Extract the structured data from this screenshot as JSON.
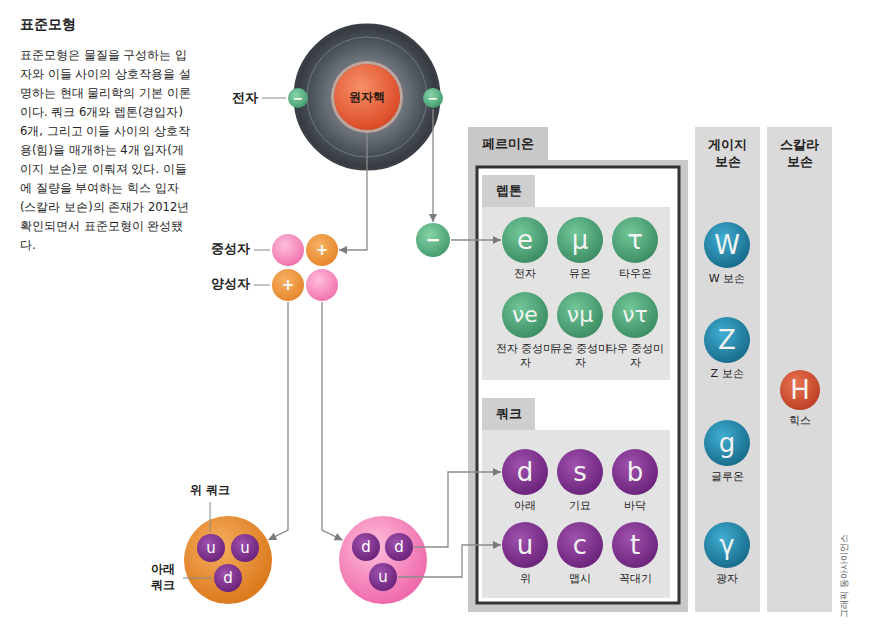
{
  "diagram": {
    "title": "표준모형",
    "caption": "표준모형은 물질을 구성하는 입자와 이들 사이의 상호작용을 설명하는 현대 물리학의 기본 이론이다. 쿼크 6개와 렙톤(경입자) 6개, 그리고 이들 사이의 상호작용(힘)을 매개하는 4개 입자(게이지 보손)로 이뤄져 있다. 이들에 질량을 부여하는 힉스 입자(스칼라 보손)의 존재가 2012년 확인되면서 표준모형이 완성됐다.",
    "nodes": [
      {
        "text": []
      },
      {
        "text": [
          "원자핵"
        ],
        "in": 0
      },
      {
        "text": [
          "−"
        ],
        "in": 0
      },
      {
        "text": [
          "−"
        ],
        "in": 0
      },
      {
        "text": [
          "−"
        ]
      },
      {
        "text": []
      },
      {
        "text": [
          "+"
        ]
      },
      {
        "text": [
          "+"
        ]
      },
      {
        "text": []
      },
      {
        "text": []
      },
      {
        "text": [
          "u"
        ],
        "in": 9
      },
      {
        "text": [
          "u"
        ],
        "in": 9
      },
      {
        "text": [
          "d"
        ],
        "in": 9
      },
      {
        "text": []
      },
      {
        "text": [
          "d"
        ],
        "in": 13
      },
      {
        "text": [
          "d"
        ],
        "in": 13
      },
      {
        "text": [
          "u"
        ],
        "in": 13
      },
      {
        "text": [
          "페르미온"
        ]
      },
      {
        "text": [
          "렙톤"
        ],
        "in": 17
      },
      {
        "text": [
          "e",
          "전자"
        ],
        "in": 18
      },
      {
        "text": [
          "μ",
          "뮤온"
        ],
        "in": 18
      },
      {
        "text": [
          "τ",
          "타우온"
        ],
        "in": 18
      },
      {
        "text": [
          "νe",
          "전자 중성미자"
        ],
        "in": 18
      },
      {
        "text": [
          "νμ",
          "뮤온 중성미자"
        ],
        "in": 18
      },
      {
        "text": [
          "ντ",
          "타우 중성미자"
        ],
        "in": 18
      },
      {
        "text": [
          "쿼크"
        ],
        "in": 17
      },
      {
        "text": [
          "d",
          "아래"
        ],
        "in": 25
      },
      {
        "text": [
          "s",
          "기묘"
        ],
        "in": 25
      },
      {
        "text": [
          "b",
          "바닥"
        ],
        "in": 25
      },
      {
        "text": [
          "u",
          "위"
        ],
        "in": 25
      },
      {
        "text": [
          "c",
          "맵시"
        ],
        "in": 25
      },
      {
        "text": [
          "t",
          "꼭대기"
        ],
        "in": 25
      },
      {
        "text": [
          "게이지 보손"
        ]
      },
      {
        "text": [
          "W",
          "W 보손"
        ],
        "in": 32
      },
      {
        "text": [
          "Z",
          "Z 보손"
        ],
        "in": 32
      },
      {
        "text": [
          "g",
          "글루온"
        ],
        "in": 32
      },
      {
        "text": [
          "γ",
          "광자"
        ],
        "in": 32
      },
      {
        "text": [
          "스칼라 보손"
        ]
      },
      {
        "text": [
          "H",
          "힉스"
        ],
        "in": 37
      }
    ],
    "edges": [
      {
        "from": 3,
        "to": 4,
        "arrow": "to"
      },
      {
        "from": 4,
        "to": 19,
        "arrow": "to"
      },
      {
        "from": 1,
        "to": 6,
        "arrow": "to"
      },
      {
        "from": 7,
        "to": 9,
        "arrow": "to"
      },
      {
        "from": 8,
        "to": 13,
        "arrow": "to"
      },
      {
        "from": 15,
        "to": 26,
        "arrow": "to"
      },
      {
        "from": 16,
        "to": 29,
        "arrow": "to"
      }
    ],
    "labels": [
      "전자",
      "중성자",
      "양성자",
      "위 쿼크",
      "아래 쿼크",
      "그래픽 동아사이언스"
    ]
  }
}
